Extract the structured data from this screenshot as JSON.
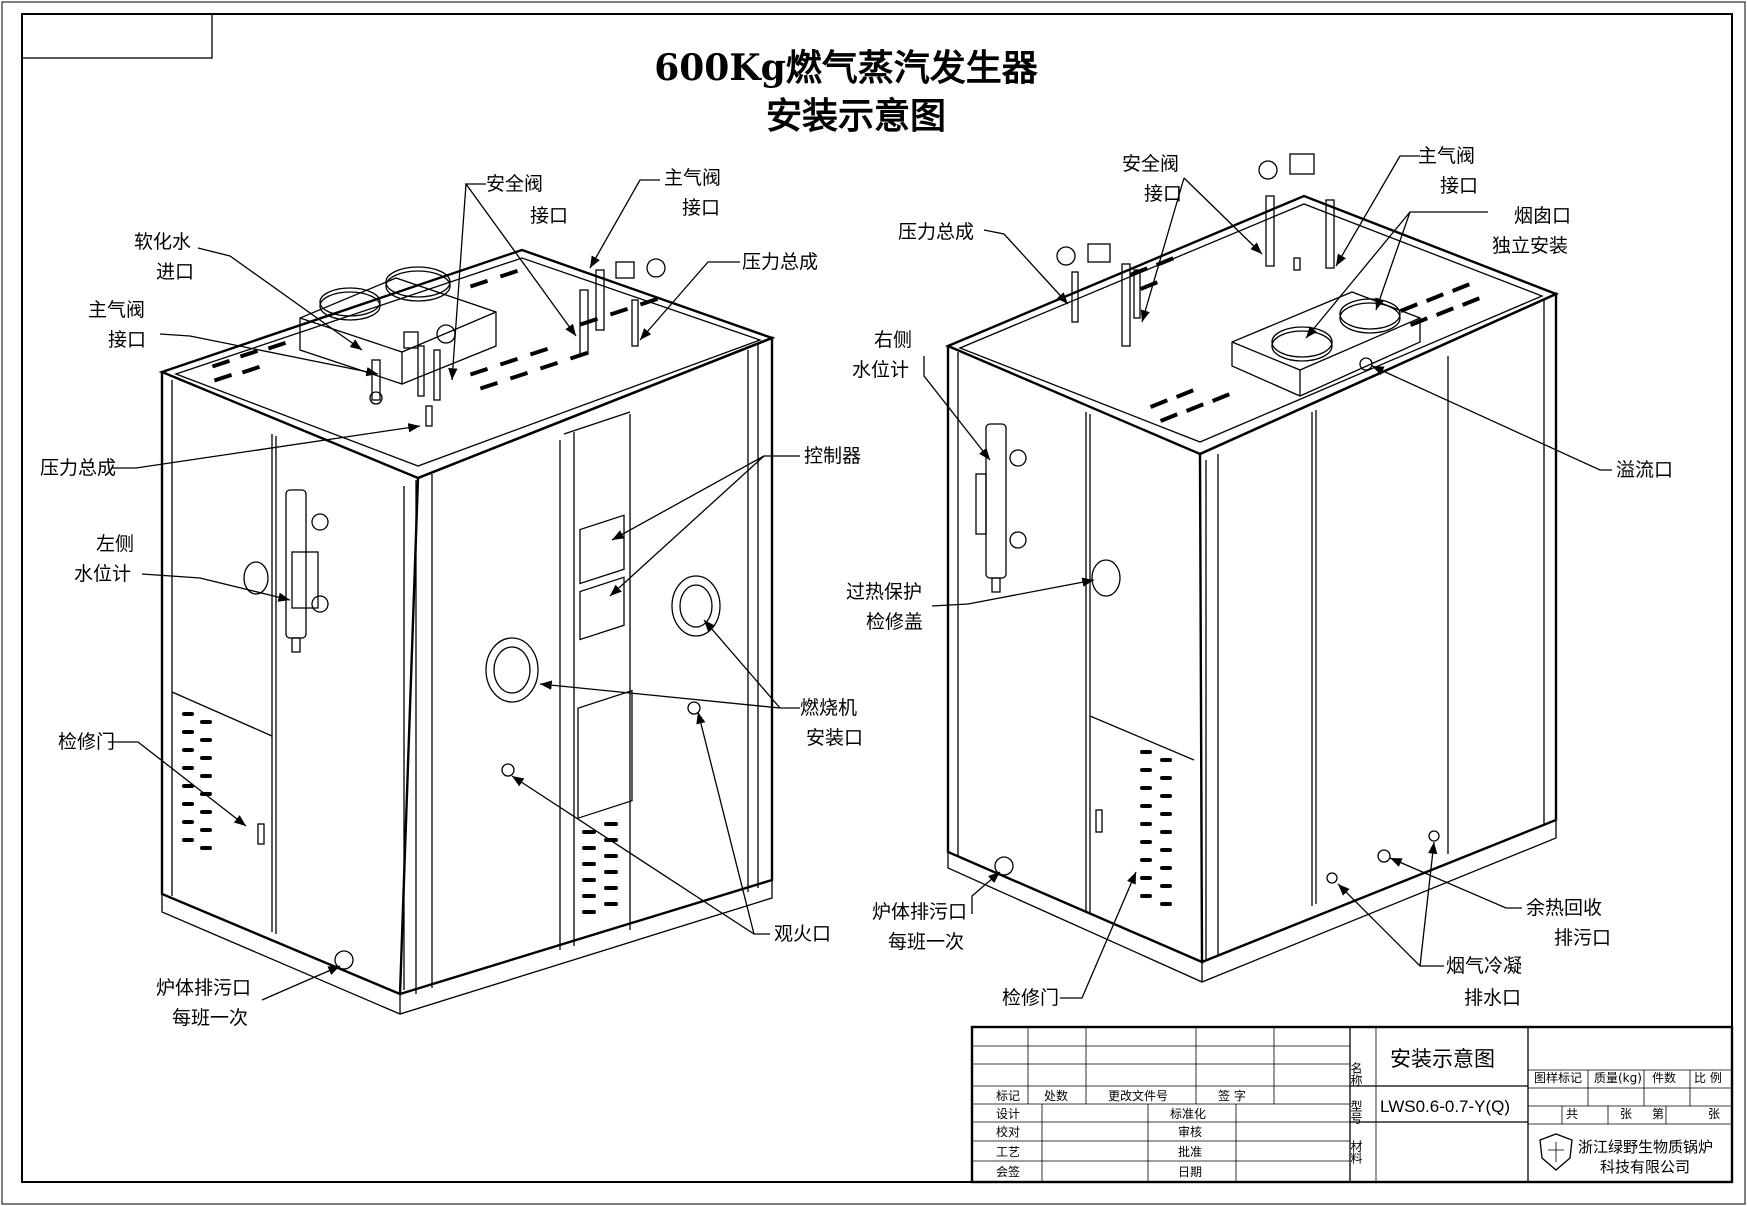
{
  "title": {
    "line1": "600Kg燃气蒸汽发生器",
    "line2": "安装示意图"
  },
  "left_view_labels": {
    "safety_valve": [
      "安全阀",
      "接口"
    ],
    "main_valve_top": [
      "主气阀",
      "接口"
    ],
    "softened_water": [
      "软化水",
      "进口"
    ],
    "pressure_assembly_top": "压力总成",
    "main_valve_left": [
      "主气阀",
      "接口"
    ],
    "pressure_assembly_left": "压力总成",
    "controller": "控制器",
    "left_water_gauge": [
      "左侧",
      "水位计"
    ],
    "burner_port": [
      "燃烧机",
      "安装口"
    ],
    "service_door": "检修门",
    "sight_port": "观火口",
    "drain_port": [
      "炉体排污口",
      "每班一次"
    ]
  },
  "right_view_labels": {
    "safety_valve": [
      "安全阀",
      "接口"
    ],
    "main_valve": [
      "主气阀",
      "接口"
    ],
    "pressure_assembly": "压力总成",
    "chimney": [
      "烟囱口",
      "独立安装"
    ],
    "right_water_gauge": [
      "右侧",
      "水位计"
    ],
    "overflow": "溢流口",
    "overheat_cover": [
      "过热保护",
      "检修盖"
    ],
    "drain_port": [
      "炉体排污口",
      "每班一次"
    ],
    "heat_recovery": [
      "余热回收",
      "排污口"
    ],
    "condensate": [
      "烟气冷凝",
      "排水口"
    ],
    "service_door": "检修门"
  },
  "title_block": {
    "rev_headers": [
      "标记",
      "处数",
      "更改文件号",
      "签 字"
    ],
    "rows_left": [
      "设计",
      "校对",
      "工艺",
      "会签"
    ],
    "rows_mid": [
      "标准化",
      "审核",
      "批准",
      "日期"
    ],
    "name_label": "名称",
    "name_value": "安装示意图",
    "model_label": "型号",
    "model_value": "LWS0.6-0.7-Y(Q)",
    "material_label": "材料",
    "props_headers": [
      "图样标记",
      "质量(kg)",
      "件数",
      "比 例"
    ],
    "sheet": [
      "共",
      "张",
      "第",
      "张"
    ],
    "company_line1": "浙江绿野生物质锅炉",
    "company_line2": "科技有限公司",
    "logo_icon": "shield-logo-icon"
  }
}
